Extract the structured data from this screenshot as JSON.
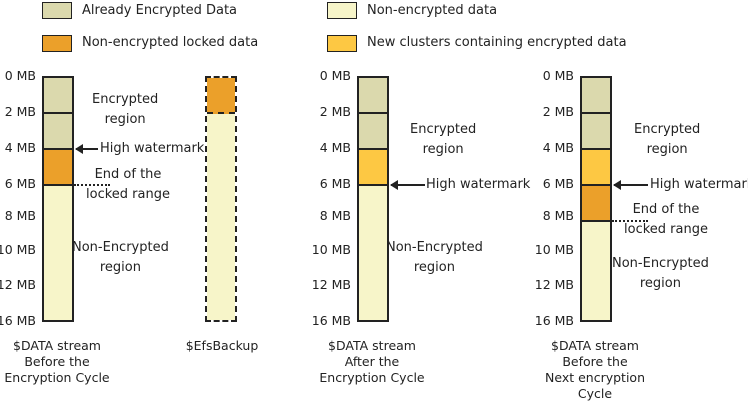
{
  "colors": {
    "encrypted": "#dbd9ad",
    "locked": "#eba02a",
    "plain": "#f7f5c9",
    "new_clusters": "#fdc843"
  },
  "legend": [
    {
      "label": "Already Encrypted Data",
      "color": "#dbd9ad"
    },
    {
      "label": "Non-encrypted locked data",
      "color": "#eba02a"
    },
    {
      "label": "Non-encrypted data",
      "color": "#f7f5c9"
    },
    {
      "label": "New clusters containing encrypted data",
      "color": "#fdc843"
    }
  ],
  "ticks": [
    "0 MB",
    "2 MB",
    "4 MB",
    "6 MB",
    "8 MB",
    "10 MB",
    "12 MB",
    "16 MB"
  ],
  "notes": {
    "encrypted_region": "Encrypted\nregion",
    "high_watermark": "High watermark",
    "end_locked": "End of the\nlocked range",
    "non_encrypted": "Non-Encrypted\nregion"
  },
  "captions": [
    "$DATA stream\nBefore the\nEncryption Cycle",
    "$EfsBackup",
    "$DATA stream\nAfter the\nEncryption Cycle",
    "$DATA stream\nBefore the\nNext encryption\nCycle"
  ]
}
